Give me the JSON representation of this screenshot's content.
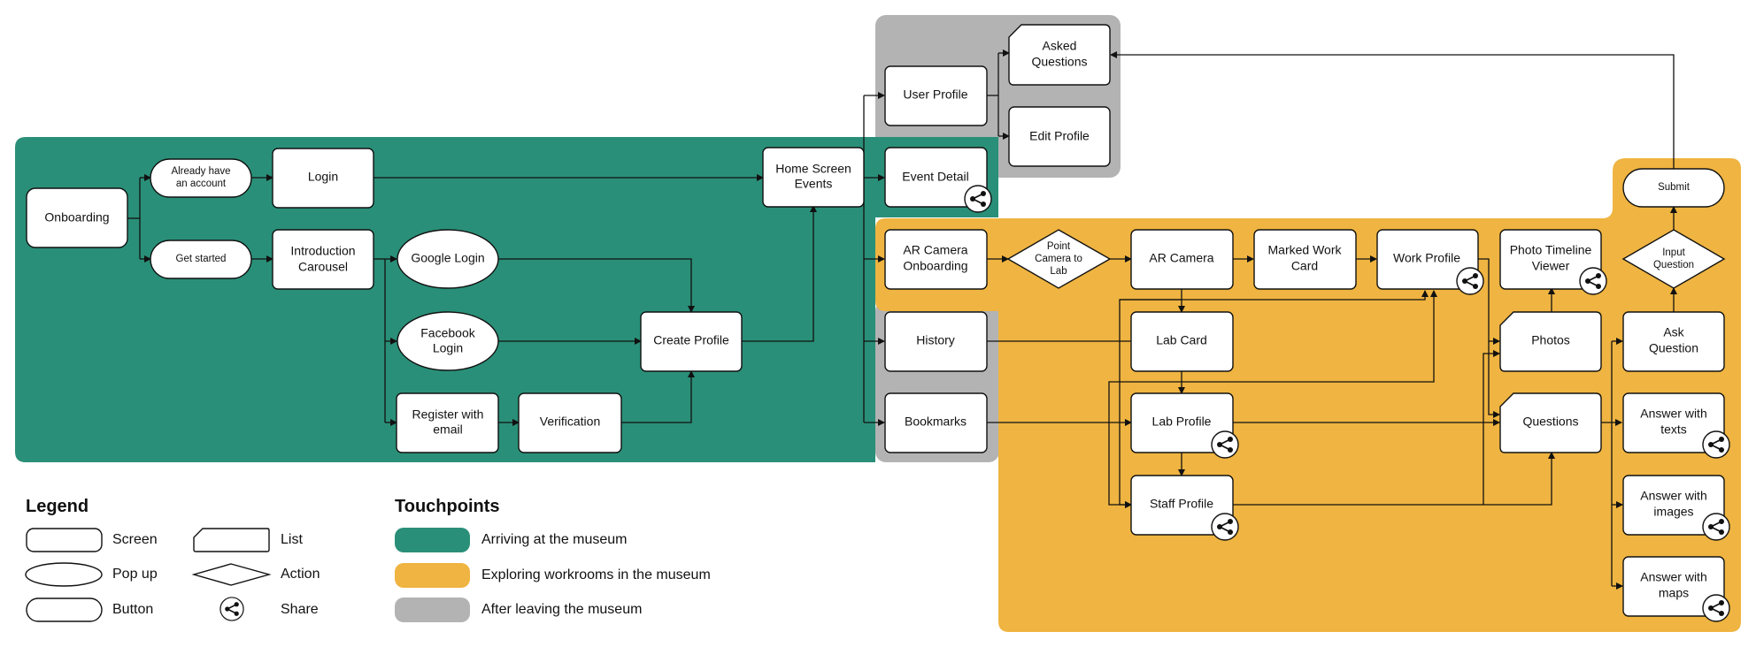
{
  "colors": {
    "arriving": "#2a8f78",
    "exploring": "#efb441",
    "after": "#b3b3b3"
  },
  "nodes": {
    "onboarding": "Onboarding",
    "already_have_1": "Already have",
    "already_have_2": "an account",
    "get_started": "Get started",
    "login": "Login",
    "intro_1": "Introduction",
    "intro_2": "Carousel",
    "google_login": "Google Login",
    "facebook_1": "Facebook",
    "facebook_2": "Login",
    "register_1": "Register with",
    "register_2": "email",
    "verification": "Verification",
    "create_profile": "Create Profile",
    "home_1": "Home Screen",
    "home_2": "Events",
    "user_profile": "User Profile",
    "asked_1": "Asked",
    "asked_2": "Questions",
    "edit_profile": "Edit Profile",
    "event_detail": "Event Detail",
    "ar_onb_1": "AR Camera",
    "ar_onb_2": "Onboarding",
    "point_1": "Point",
    "point_2": "Camera to",
    "point_3": "Lab",
    "ar_camera": "AR Camera",
    "marked_1": "Marked Work",
    "marked_2": "Card",
    "work_profile": "Work Profile",
    "photo_tl_1": "Photo Timeline",
    "photo_tl_2": "Viewer",
    "history": "History",
    "bookmarks": "Bookmarks",
    "lab_card": "Lab Card",
    "lab_profile": "Lab Profile",
    "staff_profile": "Staff Profile",
    "photos": "Photos",
    "questions": "Questions",
    "submit": "Submit",
    "input_q_1": "Input",
    "input_q_2": "Question",
    "ask_q_1": "Ask",
    "ask_q_2": "Question",
    "ans_text_1": "Answer with",
    "ans_text_2": "texts",
    "ans_img_1": "Answer with",
    "ans_img_2": "images",
    "ans_map_1": "Answer with",
    "ans_map_2": "maps"
  },
  "legend": {
    "title": "Legend",
    "screen": "Screen",
    "popup": "Pop up",
    "button": "Button",
    "list": "List",
    "action": "Action",
    "share": "Share"
  },
  "touchpoints": {
    "title": "Touchpoints",
    "arriving": "Arriving at the museum",
    "exploring": "Exploring workrooms in the museum",
    "after": "After leaving the museum"
  }
}
